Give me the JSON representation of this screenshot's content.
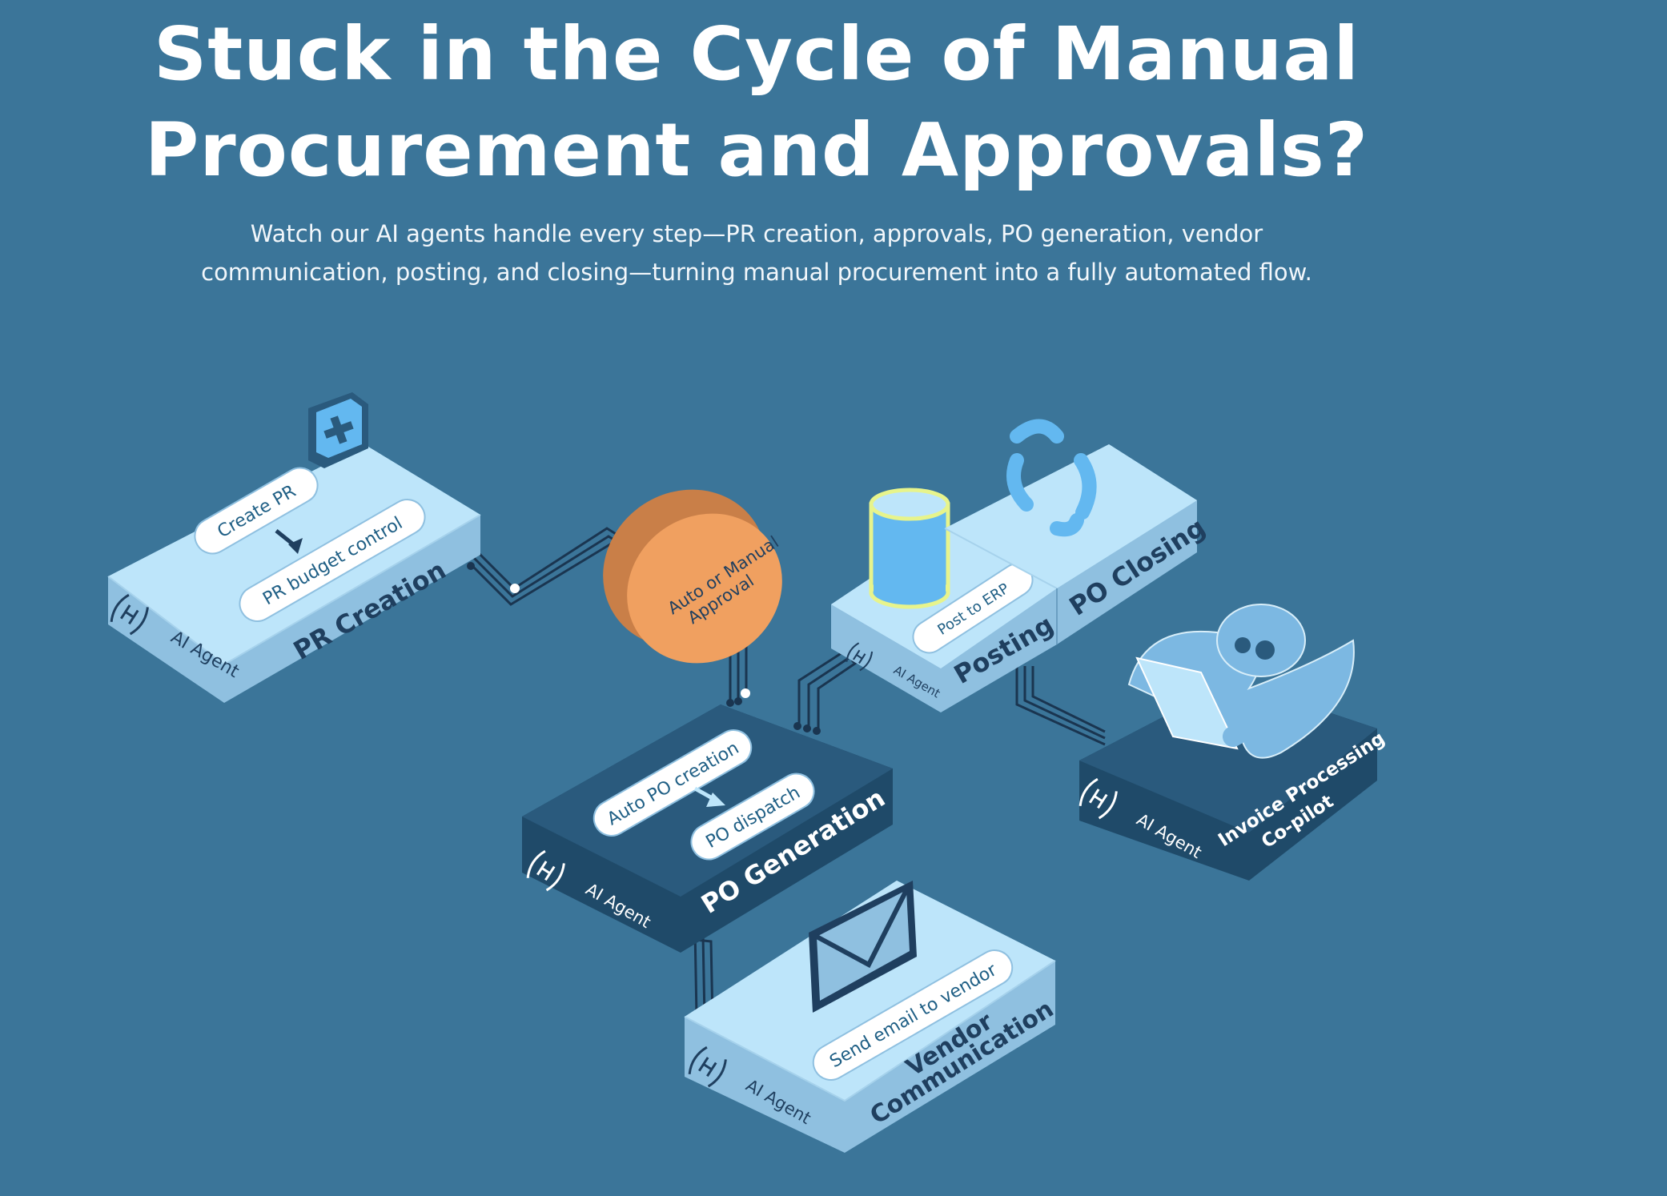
{
  "header": {
    "title_line1": "Stuck in the Cycle of Manual",
    "title_line2": "Procurement and Approvals?",
    "subtitle_line1": "Watch our AI agents handle every step—PR creation, approvals, PO generation, vendor",
    "subtitle_line2": "communication, posting, and closing—turning manual procurement into a fully automated flow."
  },
  "diagram": {
    "agent_label": "AI Agent",
    "pr_creation": {
      "title": "PR Creation",
      "step1": "Create PR",
      "step2": "PR budget control"
    },
    "approval": {
      "line1": "Auto or Manual",
      "line2": "Approval"
    },
    "po_generation": {
      "title": "PO Generation",
      "step1": "Auto PO creation",
      "step2": "PO dispatch"
    },
    "vendor": {
      "title_line1": "Vendor",
      "title_line2": "Communication",
      "step1": "Send email to vendor"
    },
    "posting": {
      "title": "Posting",
      "step1": "Post to ERP"
    },
    "po_closing": {
      "title": "PO Closing"
    },
    "invoice": {
      "title_line1": "Invoice Processing",
      "title_line2": "Co-pilot"
    }
  },
  "colors": {
    "background": "#3b7599",
    "light_block_top": "#bde5fa",
    "light_block_side": "#8fc0e0",
    "dark_block_top": "#2a5a7d",
    "dark_block_side": "#1f4a69",
    "label_text_dark": "#1f3f5f",
    "approval_orange": "#f0a060",
    "database_blue": "#63b8f0"
  }
}
